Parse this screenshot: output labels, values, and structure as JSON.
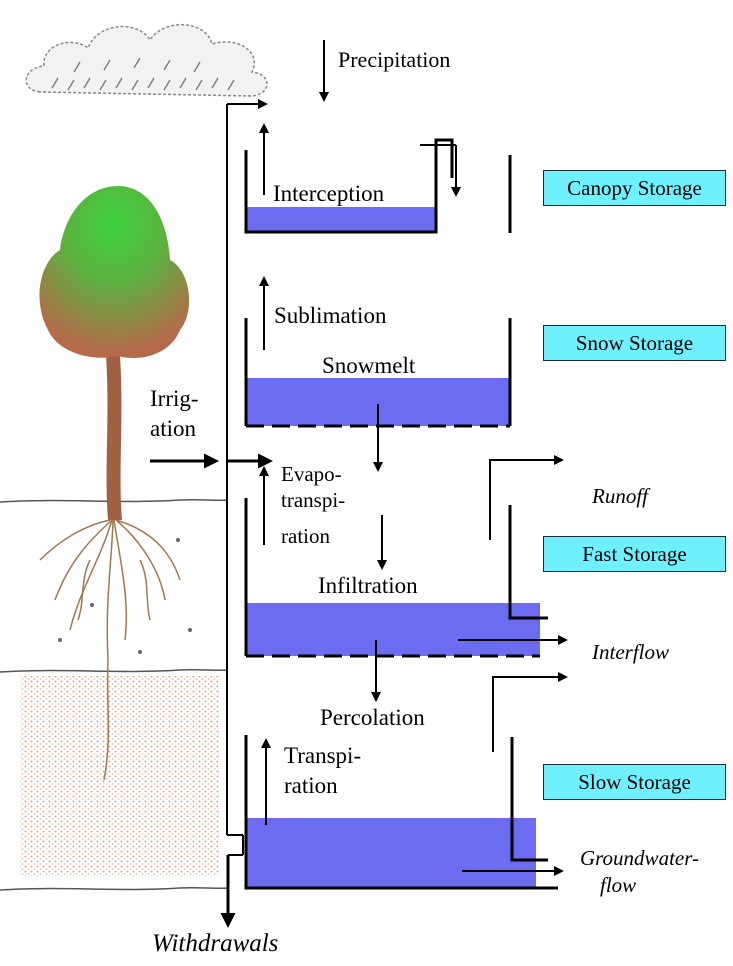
{
  "colors": {
    "water": "#6c6cf0",
    "storage_box": "#6ff0ff",
    "foliage_light": "#3ed23e",
    "foliage_dark": "#b56a4a",
    "trunk": "#a26043",
    "roots": "#a07850",
    "soil_speckle": "#d4a48a"
  },
  "labels": {
    "precipitation": "Precipitation",
    "interception": "Interception",
    "sublimation": "Sublimation",
    "snowmelt": "Snowmelt",
    "irrigation_line1": "Irrig-",
    "irrigation_line2": "ation",
    "evapo_line1": "Evapo-",
    "evapo_line2": "transpi-",
    "evapo_line3": "ration",
    "runoff": "Runoff",
    "infiltration": "Infiltration",
    "interflow": "Interflow",
    "percolation": "Percolation",
    "transpiration_line1": "Transpi-",
    "transpiration_line2": "ration",
    "groundwater_line1": "Groundwater-",
    "groundwater_line2": "flow",
    "withdrawals": "Withdrawals"
  },
  "storages": {
    "canopy": "Canopy Storage",
    "snow": "Snow Storage",
    "fast": "Fast Storage",
    "slow": "Slow Storage"
  },
  "icons": [
    "cloud-icon",
    "tree-icon",
    "arrow-icon"
  ]
}
